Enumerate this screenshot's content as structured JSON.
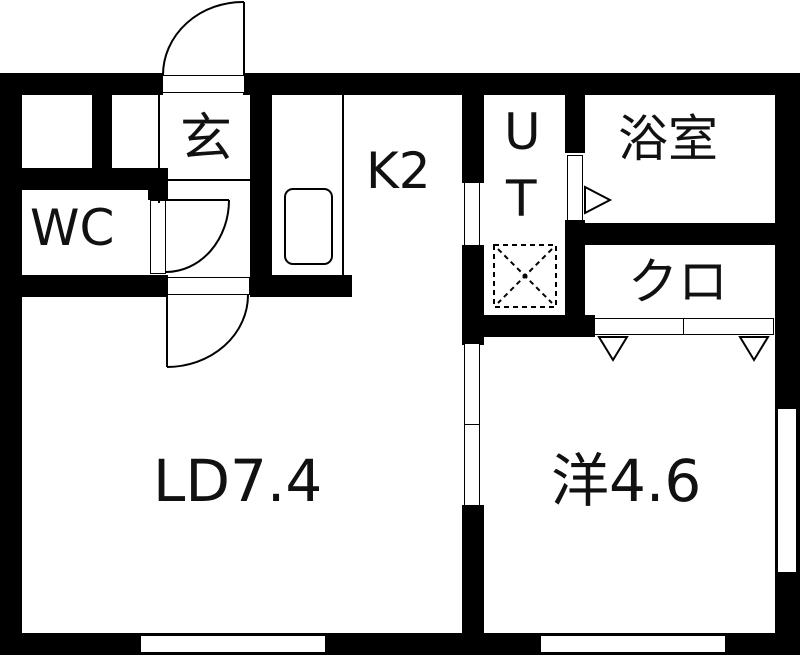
{
  "floor_plan": {
    "rooms": [
      {
        "id": "genkan",
        "label": "玄"
      },
      {
        "id": "wc",
        "label": "WC"
      },
      {
        "id": "kitchen",
        "label": "K2"
      },
      {
        "id": "utility",
        "label": "U\nT",
        "label_u": "U",
        "label_t": "T"
      },
      {
        "id": "bath",
        "label": "浴室"
      },
      {
        "id": "closet",
        "label": "クロ"
      },
      {
        "id": "living_dining",
        "label": "LD7.4"
      },
      {
        "id": "western_room",
        "label": "洋4.6"
      }
    ],
    "colors": {
      "wall": "#000000",
      "background": "#ffffff"
    }
  }
}
